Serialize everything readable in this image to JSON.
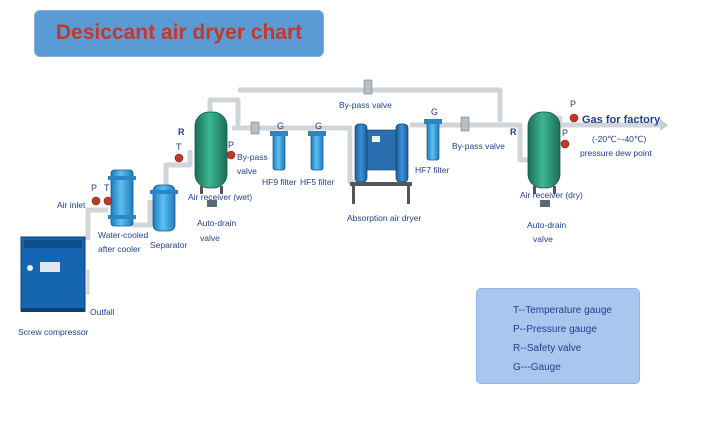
{
  "title": "Desiccant air dryer chart",
  "labels": {
    "air_inlet": "Air inlet",
    "water_cooled": "Water-cooled",
    "after_cooler": "after cooler",
    "separator": "Separator",
    "air_receiver_wet": "Air receiver (wet)",
    "auto_drain_1": "Auto-drain",
    "auto_drain_1b": "valve",
    "bypass_valve_1": "By-pass",
    "bypass_valve_1b": "valve",
    "hf9": "HF9 filter",
    "hf5": "HF5 filter",
    "bypass_valve_top": "By-pass valve",
    "absorption": "Absorption air dryer",
    "hf7": "HF7 filter",
    "bypass_valve_2": "By-pass valve",
    "air_receiver_dry": "Air receiver (dry)",
    "auto_drain_2": "Auto-drain",
    "auto_drain_2b": "valve",
    "gas_for_factory": "Gas for factory",
    "dew_range": "(-20℃~-40℃)",
    "dew_point": "pressure dew point",
    "screw_compressor": "Screw compressor",
    "outfall": "Outfall"
  },
  "gauge_letters": {
    "P": "P",
    "T": "T",
    "R": "R",
    "G": "G"
  },
  "legend": [
    "T--Temperature gauge",
    "P--Pressure gauge",
    "R--Safety valve",
    "G---Gauge"
  ],
  "colors": {
    "title_bg": "#5b9bd5",
    "title_text": "#c0392b",
    "legend_bg": "#a7c7ee",
    "label_text": "#1f3f8f",
    "receiver": "#2e9a7a",
    "filter": "#3aa0dc",
    "pipe": "#d9dde1"
  }
}
